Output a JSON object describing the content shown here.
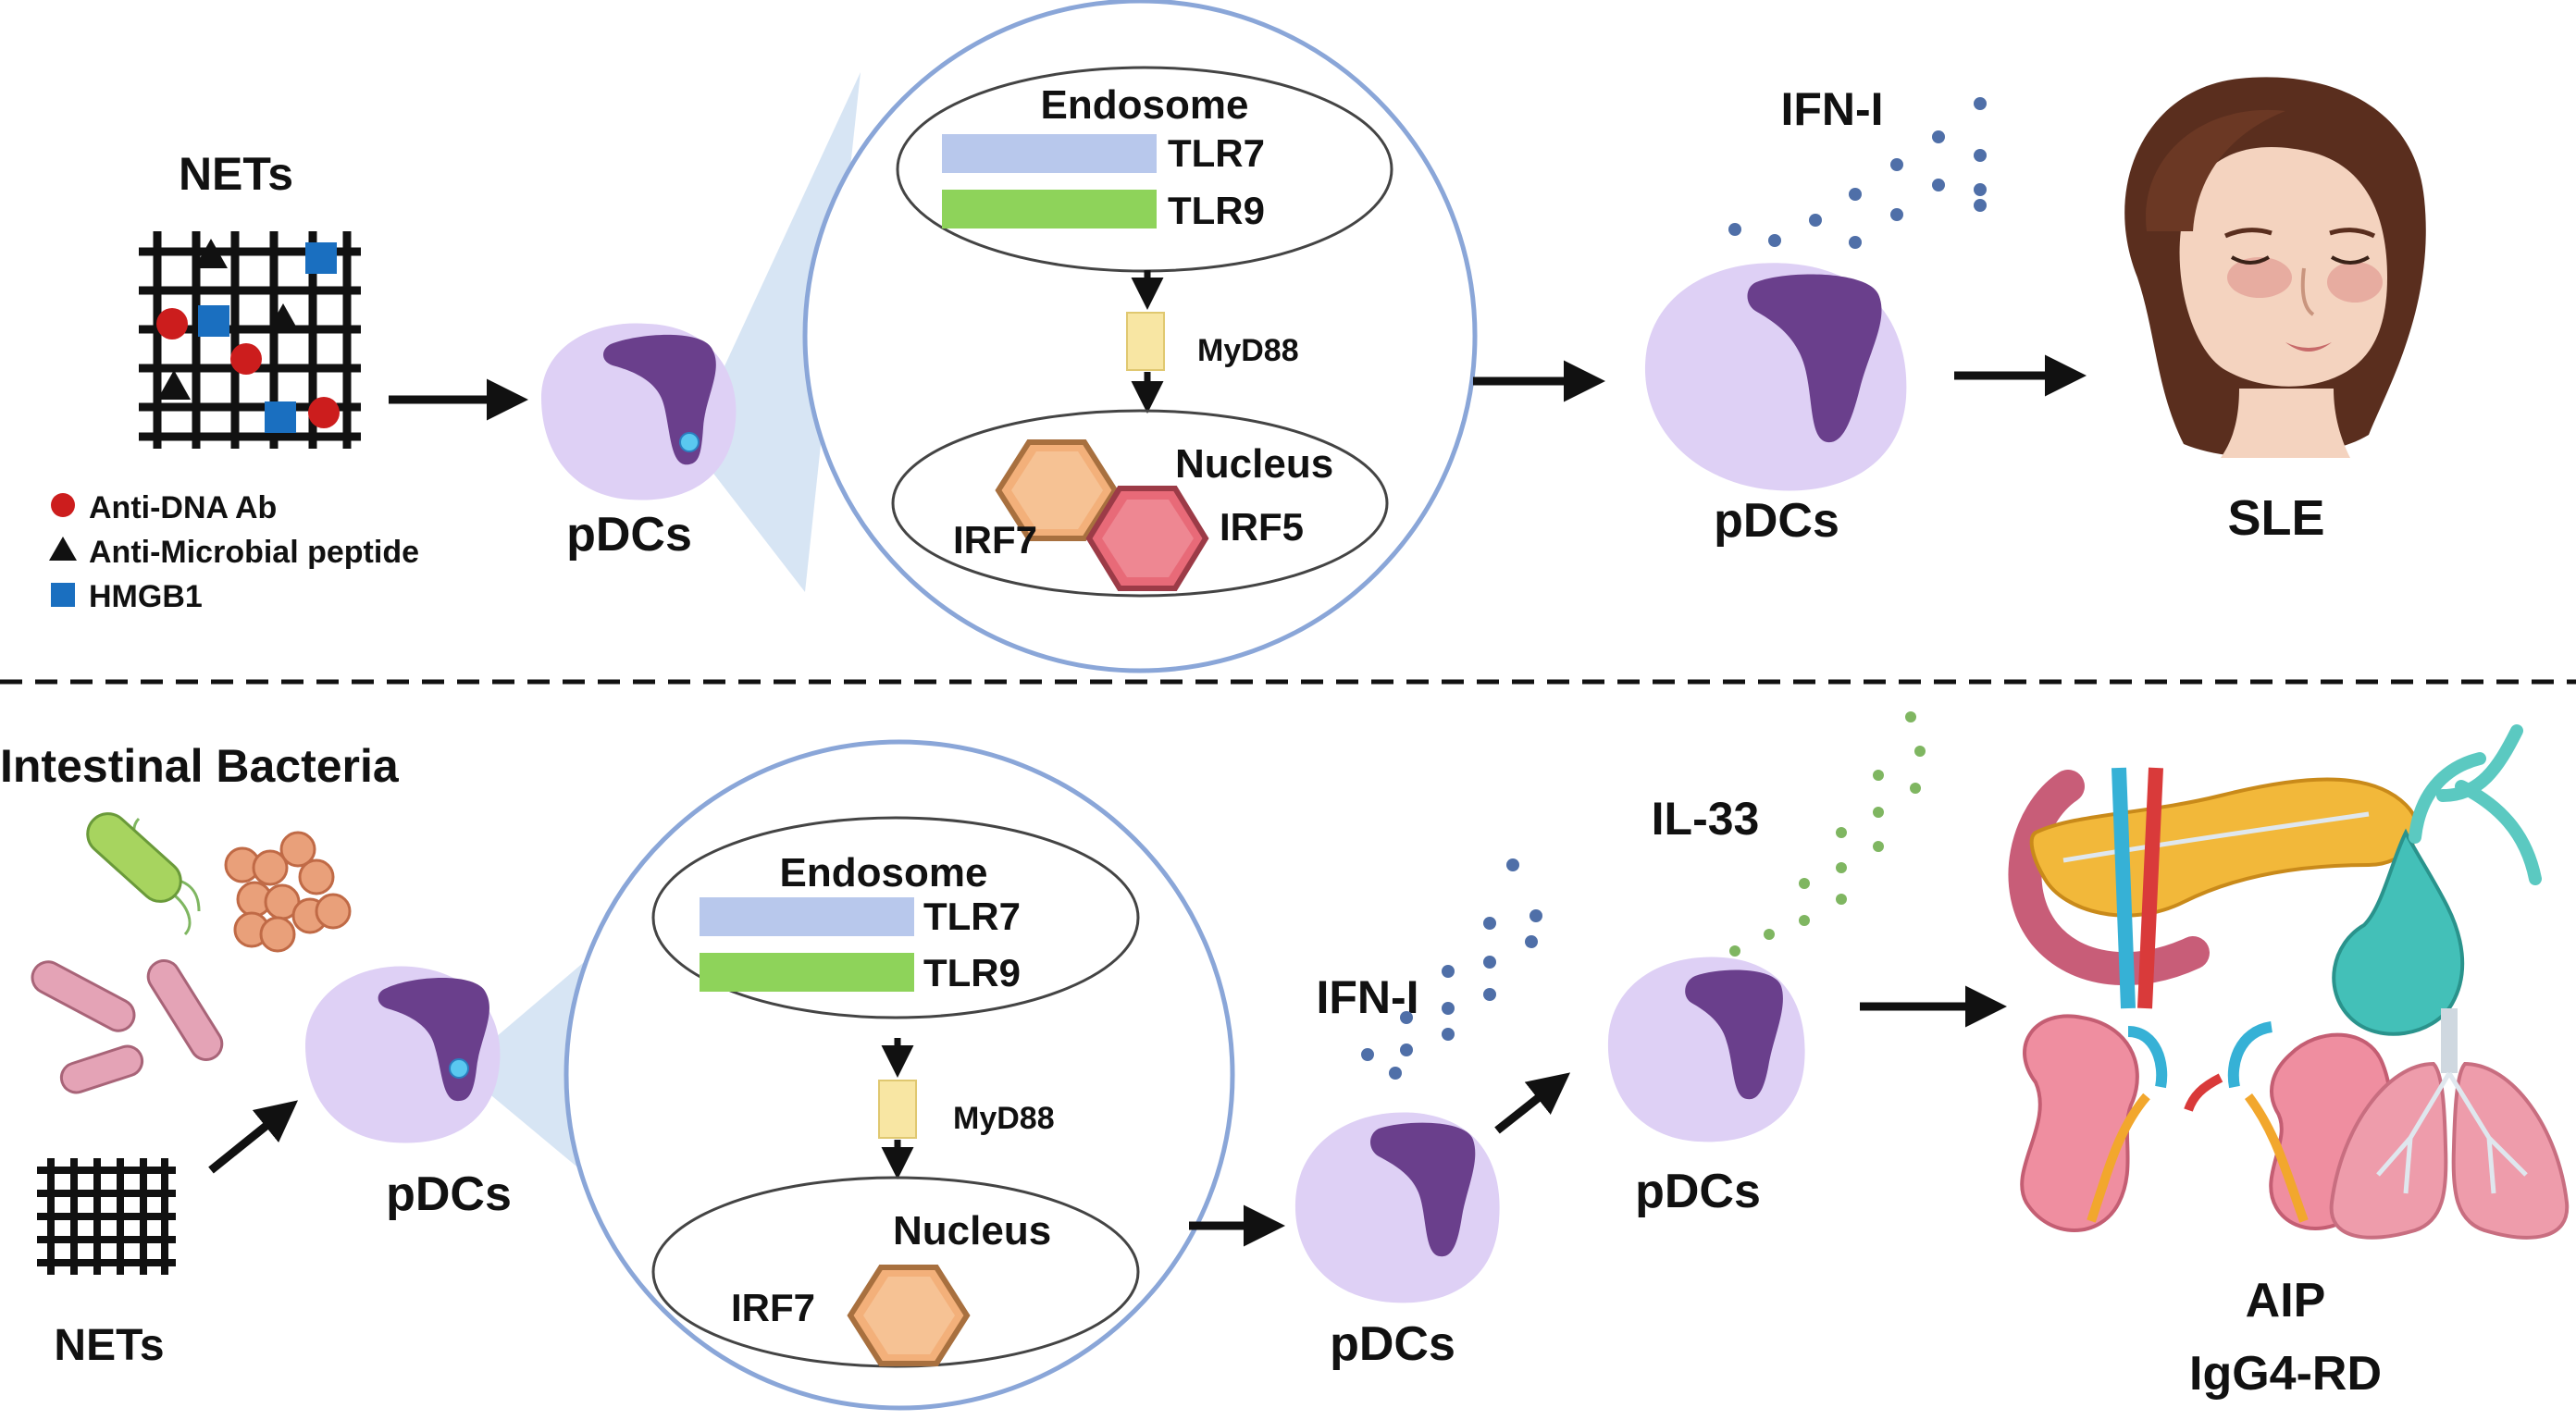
{
  "colors": {
    "cell": "#ded0f5",
    "nucleus": "#6a3f8c",
    "zoom_circle": "#8aa6d8",
    "zoom_cone": "#c9dcf0",
    "tlr7": "#b8c8ec",
    "tlr9": "#8ed35a",
    "myd88": "#f8e6a3",
    "irf7": "#f3b07a",
    "irf5": "#e86a78",
    "ifn_dots": "#4f6fa8",
    "il33_dots": "#7fb661",
    "anti_dna": "#cc1d1d",
    "anti_microbial": "#111111",
    "hmgb1": "#1a6fc0"
  },
  "top": {
    "nets_label": "NETs",
    "legend": [
      {
        "icon": "circle",
        "label": "Anti-DNA Ab"
      },
      {
        "icon": "triangle",
        "label": "Anti-Microbial peptide"
      },
      {
        "icon": "square",
        "label": "HMGB1"
      }
    ],
    "pdc_label_1": "pDCs",
    "endosome_label": "Endosome",
    "tlr7_label": "TLR7",
    "tlr9_label": "TLR9",
    "myd88_label": "MyD88",
    "nucleus_label": "Nucleus",
    "irf7_label": "IRF7",
    "irf5_label": "IRF5",
    "ifn_label": "IFN-I",
    "pdc_label_2": "pDCs",
    "disease_label": "SLE"
  },
  "bottom": {
    "bacteria_label": "Intestinal Bacteria",
    "nets_label": "NETs",
    "pdc_label_1": "pDCs",
    "endosome_label": "Endosome",
    "tlr7_label": "TLR7",
    "tlr9_label": "TLR9",
    "myd88_label": "MyD88",
    "nucleus_label": "Nucleus",
    "irf7_label": "IRF7",
    "ifn_label": "IFN-I",
    "pdc_label_2": "pDCs",
    "il33_label": "IL-33",
    "pdc_label_3": "pDCs",
    "disease_label_1": "AIP",
    "disease_label_2": "IgG4-RD"
  }
}
